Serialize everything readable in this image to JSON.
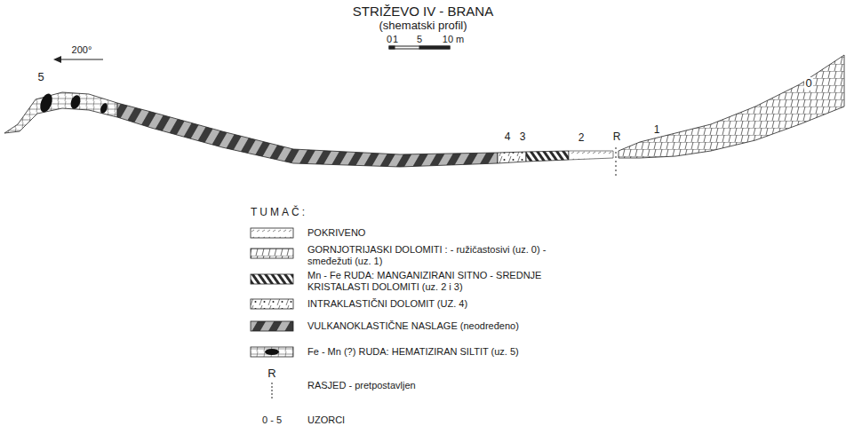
{
  "diagram": {
    "title": "STRIŽEVO IV - BRANA",
    "labels": [
      "(shematski profil)",
      "0",
      "1",
      "5",
      "10 m",
      "200°",
      "5",
      "4",
      "3",
      "2",
      "R",
      "1",
      "0",
      "TUMAČ:",
      "R",
      "0 - 5"
    ],
    "legend": [
      {
        "text": "POKRIVENO"
      },
      {
        "text": "GORNJOTRIJASKI DOLOMITI : - ružičastosivi (uz. 0) - smeđežuti (uz. 1)"
      },
      {
        "text": "Mn - Fe RUDA: MANGANIZIRANI SITNO - SREDNJE KRISTALASTI DOLOMITI (uz. 2 i 3)"
      },
      {
        "text": "INTRAKLASTIČNI DOLOMIT (UZ. 4)"
      },
      {
        "text": "VULKANOKLASTIČNE NASLAGE (neodređeno)"
      },
      {
        "text": "Fe - Mn (?) RUDA: HEMATIZIRAN SILTIT (uz. 5)"
      },
      {
        "text": "RASJED - pretpostavljen"
      },
      {
        "text": "UZORCI"
      }
    ]
  }
}
